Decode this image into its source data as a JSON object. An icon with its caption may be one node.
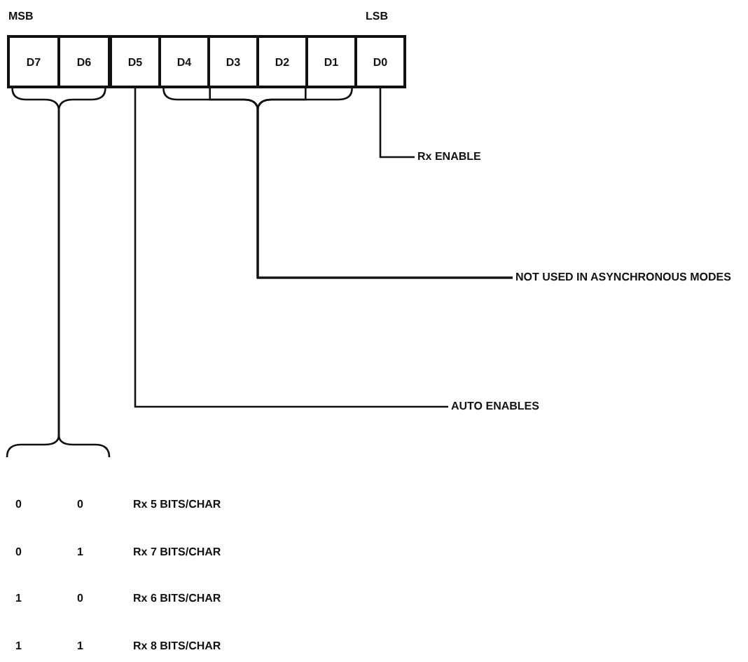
{
  "diagram": {
    "nodes": [
      {
        "text": [
          "D7"
        ]
      },
      {
        "text": [
          "D6"
        ]
      },
      {
        "text": [
          "D5"
        ]
      },
      {
        "text": [
          "D4"
        ]
      },
      {
        "text": [
          "D3"
        ]
      },
      {
        "text": [
          "D2"
        ]
      },
      {
        "text": [
          "D1"
        ]
      },
      {
        "text": [
          "D0"
        ]
      },
      {
        "text": [
          "Rx ENABLE"
        ]
      },
      {
        "text": [
          "NOT USED IN ASYNCHRONOUS MODES"
        ]
      },
      {
        "text": [
          "AUTO ENABLES"
        ]
      }
    ],
    "edges": [
      {
        "from": 7,
        "to": 8,
        "arrow": "none"
      },
      {
        "from": 3,
        "to": 9,
        "arrow": "none"
      },
      {
        "from": 4,
        "to": 9,
        "arrow": "none"
      },
      {
        "from": 5,
        "to": 9,
        "arrow": "none"
      },
      {
        "from": 6,
        "to": 9,
        "arrow": "none"
      },
      {
        "from": 2,
        "to": 10,
        "arrow": "none"
      },
      {
        "from": 0,
        "to": null,
        "arrow": "none"
      },
      {
        "from": 1,
        "to": null,
        "arrow": "none"
      }
    ],
    "labels": [
      "MSB",
      "LSB",
      "0",
      "0",
      "Rx 5 BITS/CHAR",
      "0",
      "1",
      "Rx 7 BITS/CHAR",
      "1",
      "0",
      "Rx 6 BITS/CHAR",
      "1",
      "1",
      "Rx 8 BITS/CHAR"
    ]
  }
}
